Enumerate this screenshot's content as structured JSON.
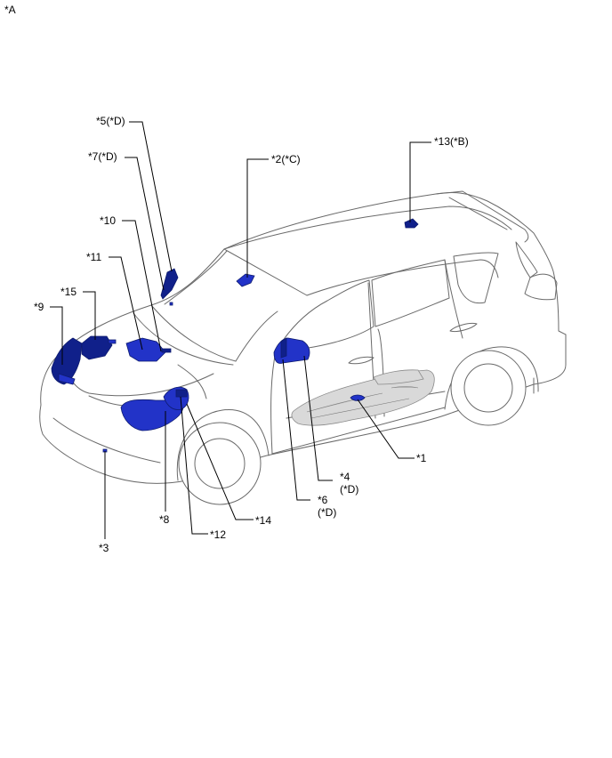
{
  "view_label": "*A",
  "colors": {
    "part": "#2233c8",
    "part_dark": "#10208a",
    "tank": "#d9d9d9"
  },
  "callouts": {
    "c1": "*1",
    "c2": "*2(*C)",
    "c3": "*3",
    "c4a": "*4",
    "c4b": "(*D)",
    "c5": "*5(*D)",
    "c6a": "*6",
    "c6b": "(*D)",
    "c7": "*7(*D)",
    "c8": "*8",
    "c9": "*9",
    "c10": "*10",
    "c11": "*11",
    "c12": "*12",
    "c13": "*13(*B)",
    "c14": "*14",
    "c15": "*15"
  }
}
